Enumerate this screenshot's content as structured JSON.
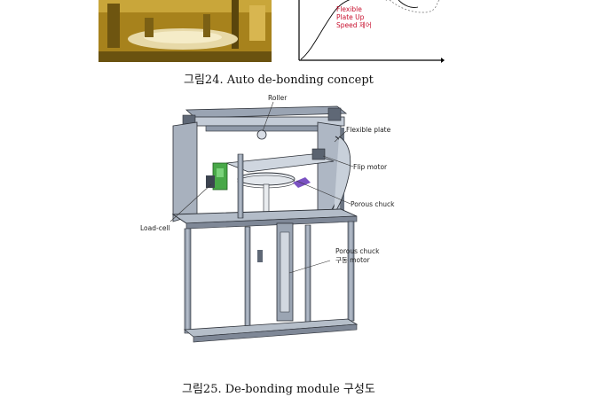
{
  "chart": {
    "label_line1": "Flexible",
    "label_line2": "Plate Up",
    "label_line3": "Speed 제어",
    "label_color": "#c8102e"
  },
  "captions": {
    "fig24": "그림24. Auto   de-bonding concept",
    "fig25": "그림25. De-bonding module 구성도"
  },
  "callouts": {
    "roller": "Roller",
    "flexible_plate": "Flexible plate",
    "flip_motor": "Flip motor",
    "porous_chuck": "Porous chuck",
    "load_cell": "Load-cell",
    "porous_chuck_drive_line1": "Porous chuck",
    "porous_chuck_drive_line2": "구동 motor"
  }
}
